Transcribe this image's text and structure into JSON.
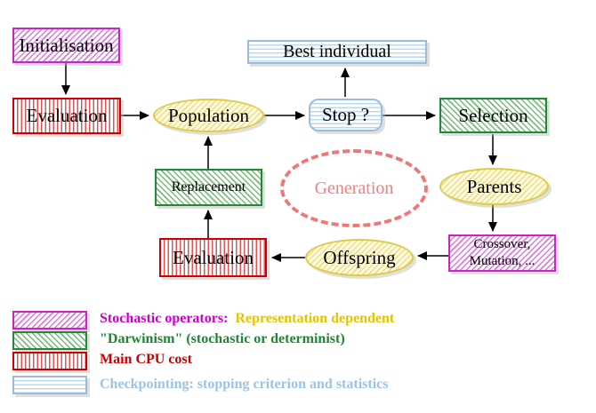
{
  "diagram": {
    "nodes": {
      "initialisation": {
        "label": "Initialisation"
      },
      "evaluation_top": {
        "label": "Evaluation"
      },
      "population": {
        "label": "Population"
      },
      "best_individual": {
        "label": "Best individual"
      },
      "stop": {
        "label": "Stop ?"
      },
      "selection": {
        "label": "Selection"
      },
      "replacement": {
        "label": "Replacement"
      },
      "generation": {
        "label": "Generation"
      },
      "parents": {
        "label": "Parents"
      },
      "crossover_mutation": {
        "line1": "Crossover,",
        "line2": "Mutation, ..."
      },
      "offspring": {
        "label": "Offspring"
      },
      "evaluation_bottom": {
        "label": "Evaluation"
      }
    },
    "colors": {
      "magenta": "#cc00cc",
      "green": "#228833",
      "red": "#cc0000",
      "cyan": "#99bbdd",
      "yellow": "#ddcc44",
      "salmon": "#ee7878",
      "gold_text": "#e2c400",
      "black": "#000000"
    }
  },
  "legend": {
    "items": [
      {
        "swatch": "magenta-diagonal-hatch",
        "text": "Stochastic operators:",
        "text2": "  Representation dependent"
      },
      {
        "swatch": "green-diagonal-hatch",
        "text": "\"Darwinism\" (stochastic or determinist)"
      },
      {
        "swatch": "red-vertical-lines",
        "text": "Main CPU cost"
      },
      {
        "swatch": "cyan-horizontal-lines",
        "text": "Checkpointing: stopping criterion and statistics"
      }
    ]
  }
}
